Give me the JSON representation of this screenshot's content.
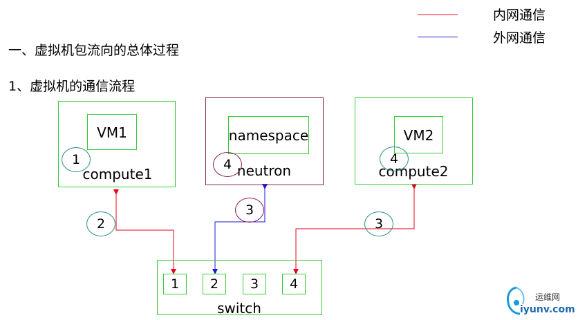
{
  "colors": {
    "internal": "#e8001a",
    "external": "#1a1ad0",
    "green_box": "#33cc33",
    "neutron_box": "#8a1a5a",
    "circle_teal": "#2a8a8a",
    "circle_purple": "#8a1a5a"
  },
  "legend": [
    {
      "label": "内网通信",
      "color": "#e8001a"
    },
    {
      "label": "外网通信",
      "color": "#1a1ad0"
    }
  ],
  "headings": {
    "section": "一、虚拟机包流向的总体过程",
    "subsection": "1、虚拟机的通信流程"
  },
  "nodes": {
    "compute1": {
      "label": "compute1",
      "inner": "VM1"
    },
    "neutron": {
      "label": "neutron",
      "inner": "namespace"
    },
    "compute2": {
      "label": "compute2",
      "inner": "VM2"
    },
    "switch": {
      "label": "switch",
      "ports": [
        "1",
        "2",
        "3",
        "4"
      ]
    }
  },
  "step_markers": {
    "vm1_step": "1",
    "neutron_step": "4",
    "vm2_step": "4",
    "link1_step": "2",
    "link2_step": "3",
    "link3_step": "3"
  },
  "links": [
    {
      "from": "compute1",
      "to": "switch.port1",
      "type": "internal"
    },
    {
      "from": "neutron",
      "to": "switch.port2",
      "type": "external"
    },
    {
      "from": "compute2",
      "to": "switch.port4",
      "type": "internal"
    }
  ],
  "watermark": {
    "site_name": "运维网",
    "url": "iyunv.com"
  }
}
